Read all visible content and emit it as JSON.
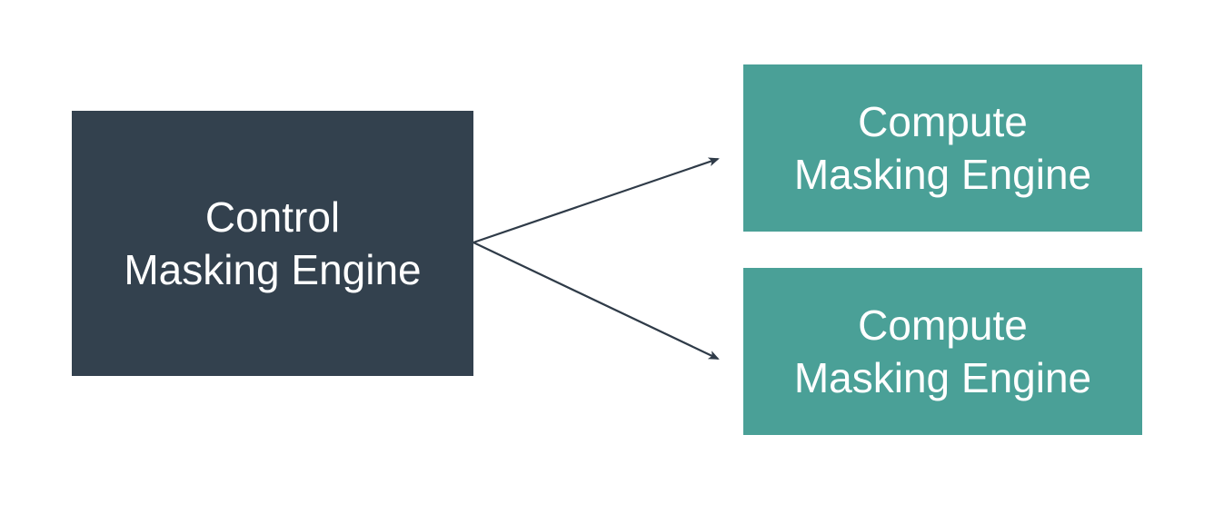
{
  "diagram": {
    "nodes": [
      {
        "id": "control",
        "line1": "Control",
        "line2": "Masking Engine",
        "color": "#33414e"
      },
      {
        "id": "compute1",
        "line1": "Compute",
        "line2": "Masking Engine",
        "color": "#4aa097"
      },
      {
        "id": "compute2",
        "line1": "Compute",
        "line2": "Masking Engine",
        "color": "#4aa097"
      }
    ],
    "edges": [
      {
        "from": "control",
        "to": "compute1"
      },
      {
        "from": "control",
        "to": "compute2"
      }
    ],
    "edge_color": "#2f3b48"
  }
}
